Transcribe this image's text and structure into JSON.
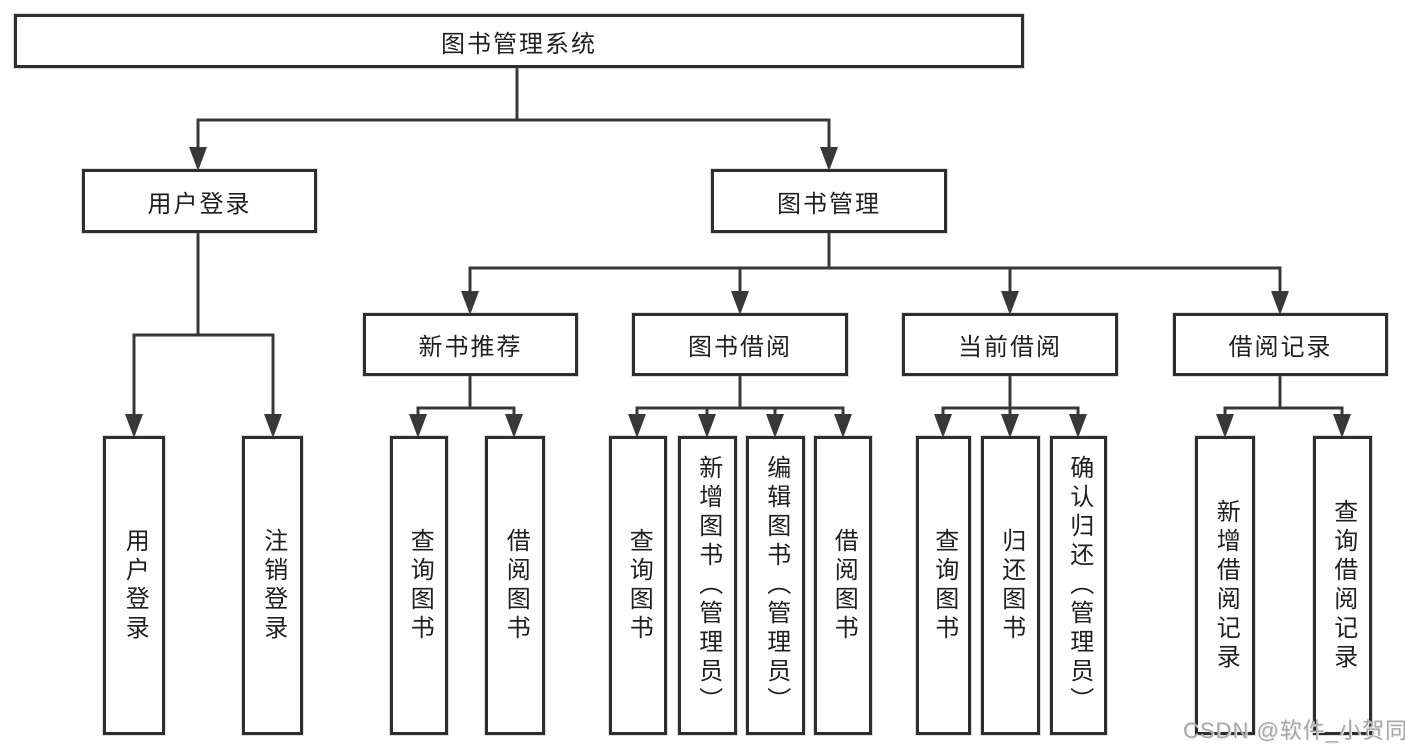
{
  "diagram": {
    "title": "图书管理系统",
    "watermark": "CSDN @软件_小贺同学",
    "colors": {
      "background": "#ffffff",
      "line": "#383838",
      "box_border": "#2e2e2e",
      "text": "#1f1f1f",
      "watermark": "#a8a8a8"
    },
    "nodes": {
      "root": "图书管理系统",
      "user_login": "用户登录",
      "book_mgmt": "图书管理",
      "new_book_rec": "新书推荐",
      "book_borrow": "图书借阅",
      "current_borrow": "当前借阅",
      "borrow_records": "借阅记录",
      "leaf_user_login": "用户登录",
      "leaf_logout": "注销登录",
      "leaf_nbr_query_books": "查询图书",
      "leaf_nbr_borrow_books": "借阅图书",
      "leaf_bb_query_books": "查询图书",
      "leaf_bb_add_books": "新增图书（管理员）",
      "leaf_bb_edit_books": "编辑图书（管理员）",
      "leaf_bb_borrow_books": "借阅图书",
      "leaf_cb_query_books": "查询图书",
      "leaf_cb_return_books": "归还图书",
      "leaf_cb_confirm_return": "确认归还（管理员）",
      "leaf_rec_add_record": "新增借阅记录",
      "leaf_rec_query_record": "查询借阅记录"
    },
    "tree": [
      {
        "parent": "图书管理系统",
        "children": [
          "用户登录",
          "图书管理"
        ]
      },
      {
        "parent": "用户登录",
        "children": [
          "用户登录",
          "注销登录"
        ]
      },
      {
        "parent": "图书管理",
        "children": [
          "新书推荐",
          "图书借阅",
          "当前借阅",
          "借阅记录"
        ]
      },
      {
        "parent": "新书推荐",
        "children": [
          "查询图书",
          "借阅图书"
        ]
      },
      {
        "parent": "图书借阅",
        "children": [
          "查询图书",
          "新增图书（管理员）",
          "编辑图书（管理员）",
          "借阅图书"
        ]
      },
      {
        "parent": "当前借阅",
        "children": [
          "查询图书",
          "归还图书",
          "确认归还（管理员）"
        ]
      },
      {
        "parent": "借阅记录",
        "children": [
          "新增借阅记录",
          "查询借阅记录"
        ]
      }
    ]
  }
}
